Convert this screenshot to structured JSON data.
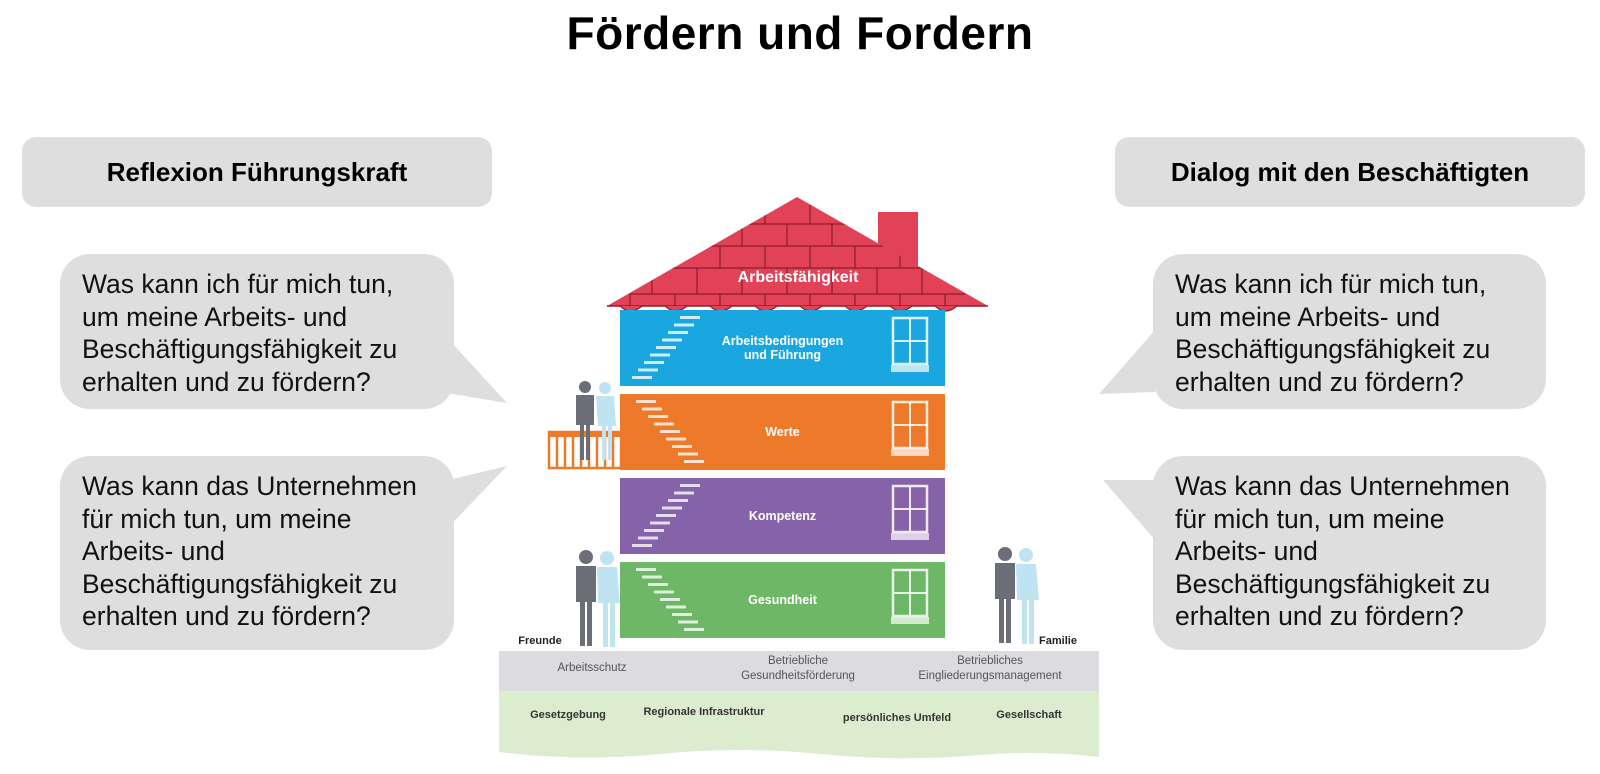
{
  "title": "Fördern und Fordern",
  "left": {
    "header": "Reflexion Führungskraft",
    "bubble1": [
      "Was kann ich für mich tun,",
      "um meine Arbeits- und",
      "Beschäftigungsfähigkeit zu",
      "erhalten und zu fördern?"
    ],
    "bubble2": [
      "Was kann das Unternehmen",
      "für mich tun, um meine",
      "Arbeits- und",
      "Beschäftigungsfähigkeit zu",
      "erhalten und zu fördern?"
    ]
  },
  "right": {
    "header": "Dialog mit den Beschäftigten",
    "bubble1": [
      "Was kann ich für mich tun,",
      "um meine Arbeits- und",
      "Beschäftigungsfähigkeit zu",
      "erhalten und zu fördern?"
    ],
    "bubble2": [
      "Was kann das Unternehmen",
      "für mich tun, um meine",
      "Arbeits- und",
      "Beschäftigungsfähigkeit zu",
      "erhalten und zu fördern?"
    ]
  },
  "house": {
    "roof_label": "Arbeitsfähigkeit",
    "floors": [
      {
        "label_lines": [
          "Arbeitsbedingungen",
          "und Führung"
        ],
        "color": "#1aa7e0"
      },
      {
        "label_lines": [
          "Werte"
        ],
        "color": "#ec7a2a"
      },
      {
        "label_lines": [
          "Kompetenz"
        ],
        "color": "#8663a8"
      },
      {
        "label_lines": [
          "Gesundheit"
        ],
        "color": "#6db766"
      }
    ],
    "roof_color": "#e24258",
    "people_labels": {
      "left": "Freunde",
      "right": "Familie"
    },
    "foundation": {
      "top_labels": [
        {
          "lines": [
            "Arbeitsschutz"
          ]
        },
        {
          "lines": [
            "Betriebliche",
            "Gesundheitsförderung"
          ]
        },
        {
          "lines": [
            "Betriebliches",
            "Eingliederungsmanagement"
          ]
        }
      ],
      "bottom_labels": [
        "Gesetzgebung",
        "Regionale Infrastruktur",
        "persönliches Umfeld",
        "Gesellschaft"
      ]
    }
  }
}
